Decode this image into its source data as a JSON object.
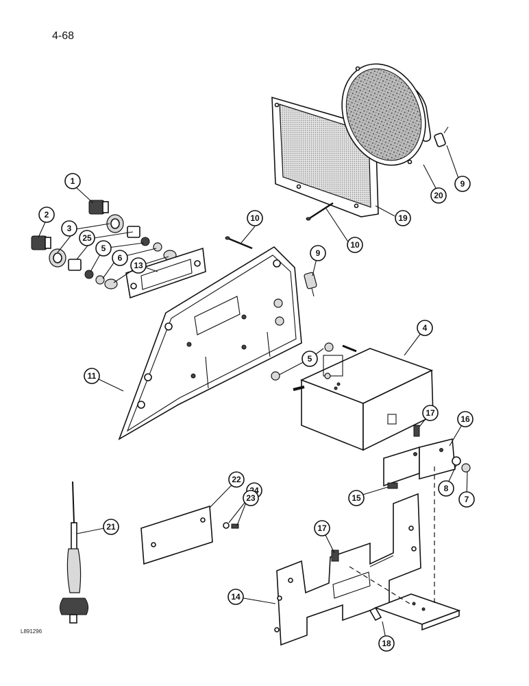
{
  "page": {
    "number": "4-68",
    "figure_code": "L891296"
  },
  "callouts": [
    {
      "label": "1"
    },
    {
      "label": "2"
    },
    {
      "label": "3"
    },
    {
      "label": "25"
    },
    {
      "label": "5"
    },
    {
      "label": "6"
    },
    {
      "label": "13"
    },
    {
      "label": "10"
    },
    {
      "label": "10"
    },
    {
      "label": "19"
    },
    {
      "label": "20"
    },
    {
      "label": "9"
    },
    {
      "label": "9"
    },
    {
      "label": "11"
    },
    {
      "label": "5"
    },
    {
      "label": "4"
    },
    {
      "label": "17"
    },
    {
      "label": "16"
    },
    {
      "label": "8"
    },
    {
      "label": "7"
    },
    {
      "label": "15"
    },
    {
      "label": "22"
    },
    {
      "label": "24"
    },
    {
      "label": "23"
    },
    {
      "label": "21"
    },
    {
      "label": "17"
    },
    {
      "label": "14"
    },
    {
      "label": "18"
    }
  ]
}
